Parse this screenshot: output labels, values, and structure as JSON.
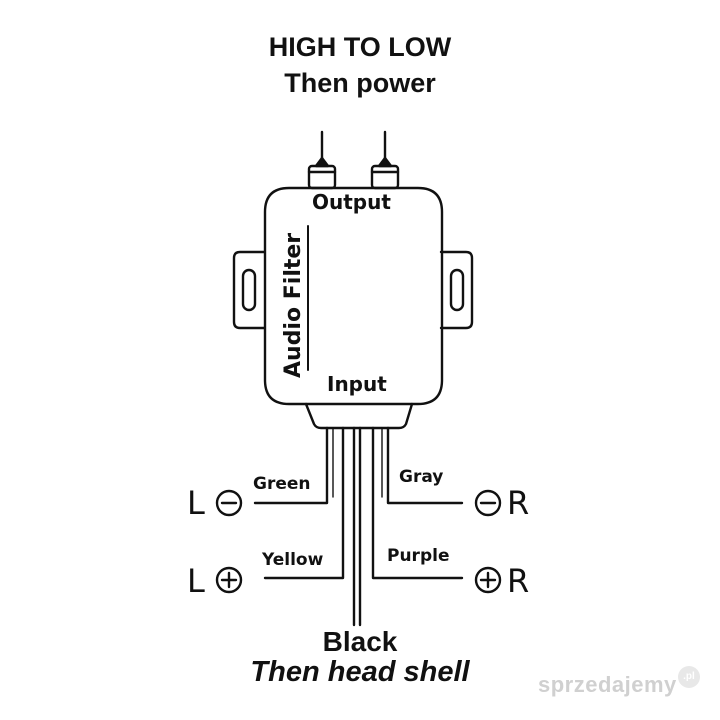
{
  "title": {
    "line1": "HIGH TO LOW",
    "line2": "Then power"
  },
  "module": {
    "output_label": "Output",
    "input_label": "Input",
    "name": "Audio Filter"
  },
  "wires": {
    "green": "Green",
    "gray": "Gray",
    "yellow": "Yellow",
    "purple": "Purple"
  },
  "channels": {
    "left": "L",
    "right": "R"
  },
  "polarity": {
    "minus": "minus-circle-icon",
    "plus": "plus-circle-icon"
  },
  "ground": {
    "line1": "Black",
    "line2": "Then head shell"
  },
  "watermark": {
    "text": "sprzedajemy",
    "badge": ".pl"
  },
  "colors": {
    "ink": "#111111",
    "background": "#ffffff",
    "watermark": "#d0d0d0"
  }
}
